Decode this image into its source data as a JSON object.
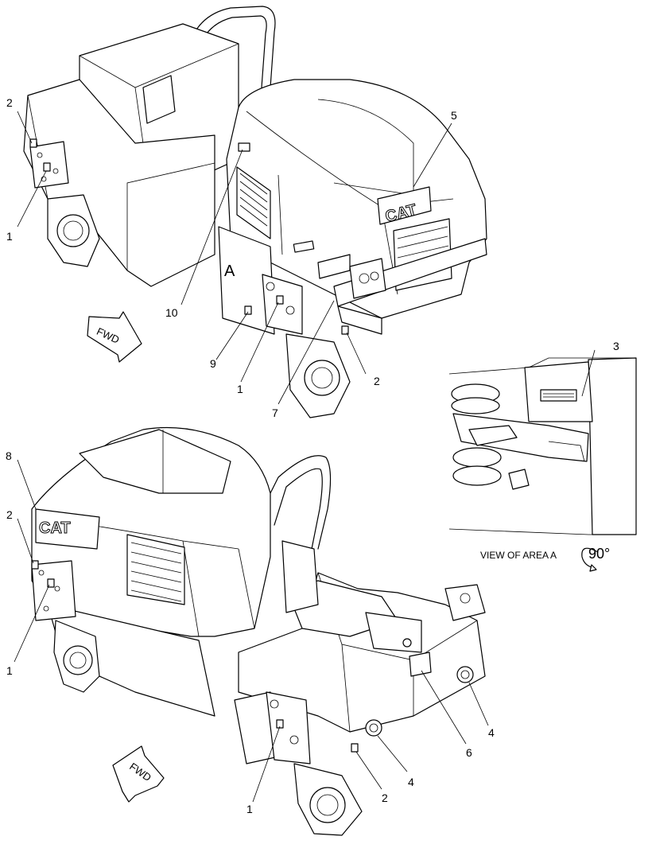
{
  "callouts": [
    {
      "num": "1",
      "id": "1a"
    },
    {
      "num": "1",
      "id": "1b"
    },
    {
      "num": "1",
      "id": "1c"
    },
    {
      "num": "1",
      "id": "1d"
    },
    {
      "num": "2",
      "id": "2a"
    },
    {
      "num": "2",
      "id": "2b"
    },
    {
      "num": "2",
      "id": "2c"
    },
    {
      "num": "2",
      "id": "2d"
    },
    {
      "num": "3",
      "id": "3"
    },
    {
      "num": "4",
      "id": "4a"
    },
    {
      "num": "4",
      "id": "4b"
    },
    {
      "num": "5",
      "id": "5"
    },
    {
      "num": "6",
      "id": "6"
    },
    {
      "num": "7",
      "id": "7"
    },
    {
      "num": "8",
      "id": "8"
    },
    {
      "num": "9",
      "id": "9"
    },
    {
      "num": "10",
      "id": "10"
    }
  ],
  "area_label": "A",
  "view_label": "VIEW OF AREA A",
  "rotation": "90°",
  "fwd_label": "FWD",
  "brand": "CAT"
}
